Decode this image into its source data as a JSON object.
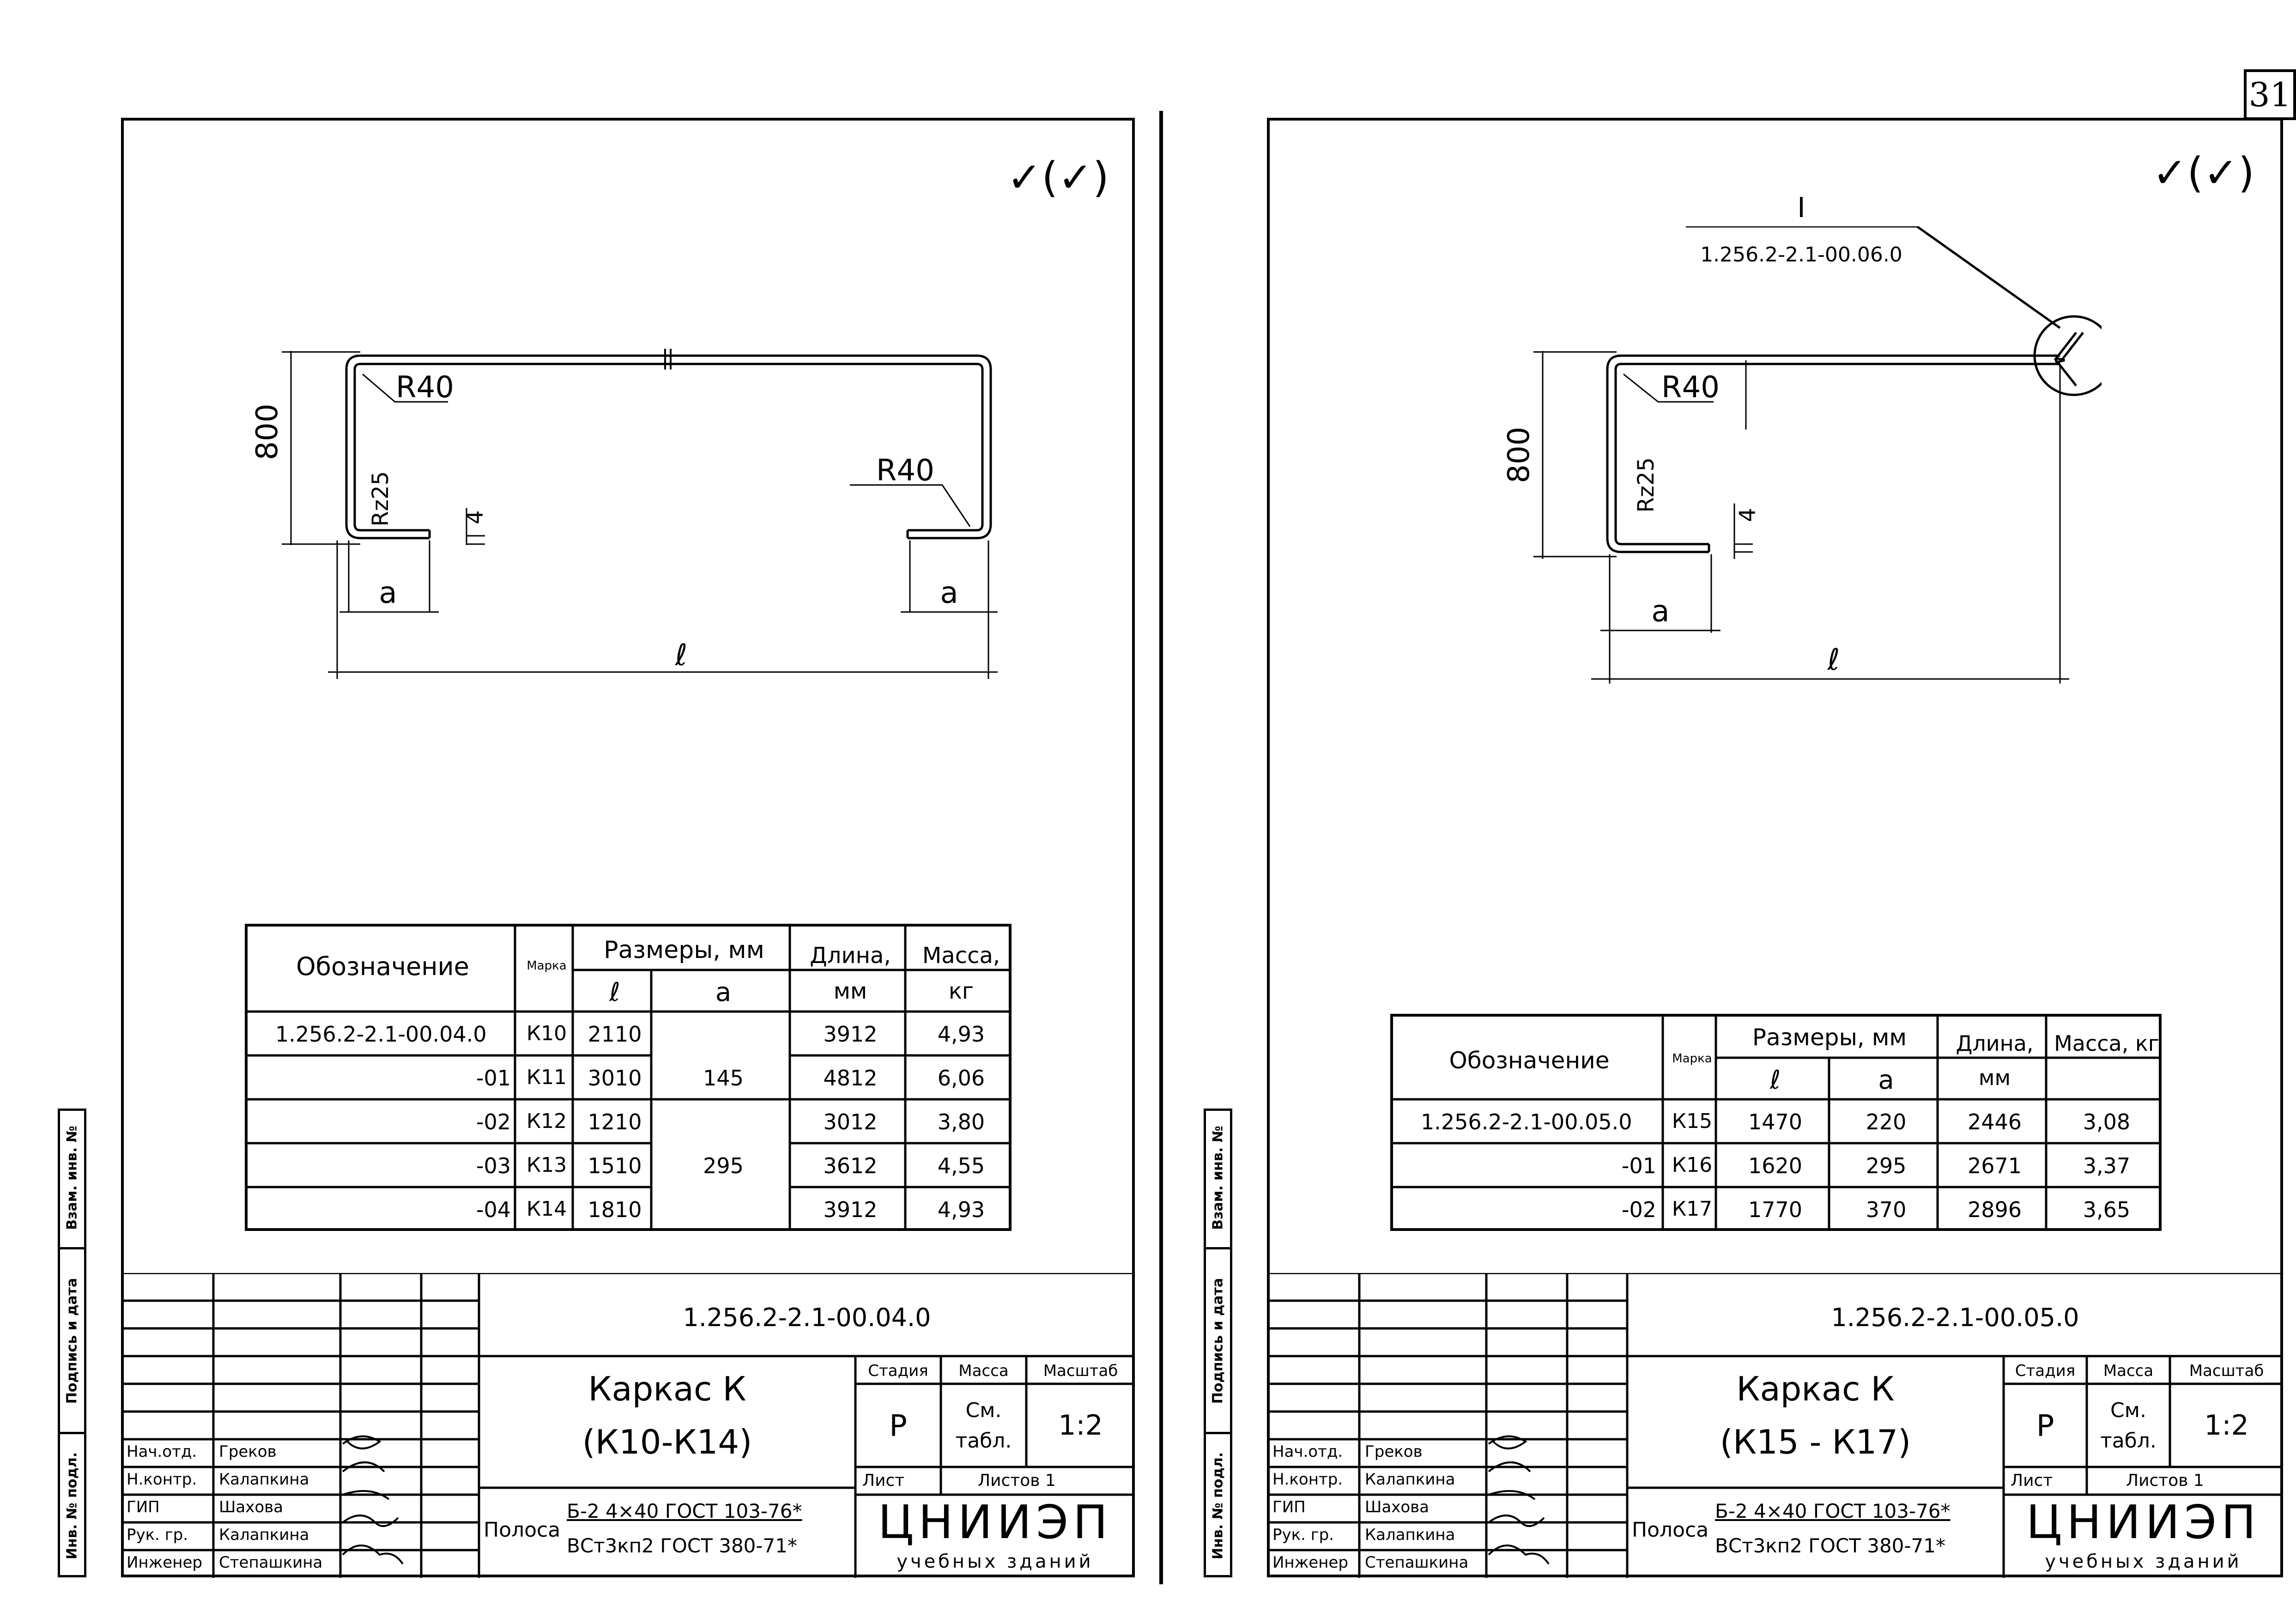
{
  "sheet_number": "31",
  "roughness_mark": "✓(✓)",
  "left": {
    "callout_ref": null,
    "dims": {
      "height": "800",
      "radius1": "R40",
      "radius2": "R40",
      "roughness": "Rz25",
      "thickness": "4",
      "a": "a",
      "l": "ℓ"
    },
    "table": {
      "h_designation": "Обозначение",
      "h_mark": "Марка",
      "h_dims": "Размеры, мм",
      "h_l": "ℓ",
      "h_a": "a",
      "h_length": "Длина, мм",
      "h_mass": "Масса, кг",
      "rows": [
        {
          "designation": "1.256.2-2.1-00.04.0",
          "mark": "К10",
          "l": "2110",
          "a": "",
          "length": "3912",
          "mass": "4,93"
        },
        {
          "designation": "-01",
          "mark": "К11",
          "l": "3010",
          "a": "145",
          "length": "4812",
          "mass": "6,06"
        },
        {
          "designation": "-02",
          "mark": "К12",
          "l": "1210",
          "a": "",
          "length": "3012",
          "mass": "3,80"
        },
        {
          "designation": "-03",
          "mark": "К13",
          "l": "1510",
          "a": "295",
          "length": "3612",
          "mass": "4,55"
        },
        {
          "designation": "-04",
          "mark": "К14",
          "l": "1810",
          "a": "",
          "length": "3912",
          "mass": "4,93"
        }
      ]
    },
    "stamp": {
      "doc_code": "1.256.2-2.1-00.04.0",
      "title_line1": "Каркас К",
      "title_line2": "(К10-К14)",
      "stage_h": "Стадия",
      "mass_h": "Масса",
      "scale_h": "Масштаб",
      "stage": "Р",
      "mass": "См. табл.",
      "scale": "1:2",
      "sheet_h": "Лист",
      "sheets_h": "Листов 1",
      "material_label": "Полоса",
      "material_top": "Б-2 4×40 ГОСТ 103-76*",
      "material_bottom": "ВСт3кп2 ГОСТ 380-71*",
      "org_big": "ЦНИИЭП",
      "org_small": "учебных зданий",
      "people": [
        {
          "role": "Нач.отд.",
          "name": "Греков"
        },
        {
          "role": "Н.контр.",
          "name": "Калапкина"
        },
        {
          "role": "ГИП",
          "name": "Шахова"
        },
        {
          "role": "Рук. гр.",
          "name": "Калапкина"
        },
        {
          "role": "Инженер",
          "name": "Степашкина"
        }
      ]
    }
  },
  "right": {
    "callout_ref": {
      "num": "I",
      "code": "1.256.2-2.1-00.06.0"
    },
    "dims": {
      "height": "800",
      "radius1": "R40",
      "roughness": "Rz25",
      "thickness": "4",
      "a": "a",
      "l": "ℓ"
    },
    "table": {
      "h_designation": "Обозначение",
      "h_mark": "Марка",
      "h_dims": "Размеры, мм",
      "h_l": "ℓ",
      "h_a": "a",
      "h_length": "Длина, мм",
      "h_mass": "Масса, кг",
      "rows": [
        {
          "designation": "1.256.2-2.1-00.05.0",
          "mark": "К15",
          "l": "1470",
          "a": "220",
          "length": "2446",
          "mass": "3,08"
        },
        {
          "designation": "-01",
          "mark": "К16",
          "l": "1620",
          "a": "295",
          "length": "2671",
          "mass": "3,37"
        },
        {
          "designation": "-02",
          "mark": "К17",
          "l": "1770",
          "a": "370",
          "length": "2896",
          "mass": "3,65"
        }
      ]
    },
    "stamp": {
      "doc_code": "1.256.2-2.1-00.05.0",
      "title_line1": "Каркас К",
      "title_line2": "(К15 - К17)",
      "stage_h": "Стадия",
      "mass_h": "Масса",
      "scale_h": "Масштаб",
      "stage": "Р",
      "mass": "См. табл.",
      "scale": "1:2",
      "sheet_h": "Лист",
      "sheets_h": "Листов 1",
      "material_label": "Полоса",
      "material_top": "Б-2 4×40 ГОСТ 103-76*",
      "material_bottom": "ВСт3кп2 ГОСТ 380-71*",
      "org_big": "ЦНИИЭП",
      "org_small": "учебных зданий",
      "people": [
        {
          "role": "Нач.отд.",
          "name": "Греков"
        },
        {
          "role": "Н.контр.",
          "name": "Калапкина"
        },
        {
          "role": "ГИП",
          "name": "Шахова"
        },
        {
          "role": "Рук. гр.",
          "name": "Калапкина"
        },
        {
          "role": "Инженер",
          "name": "Степашкина"
        }
      ]
    }
  },
  "sidebar": {
    "cell1": "Взам. инв. №",
    "cell2": "Подпись и дата",
    "cell3": "Инв. № подл."
  }
}
